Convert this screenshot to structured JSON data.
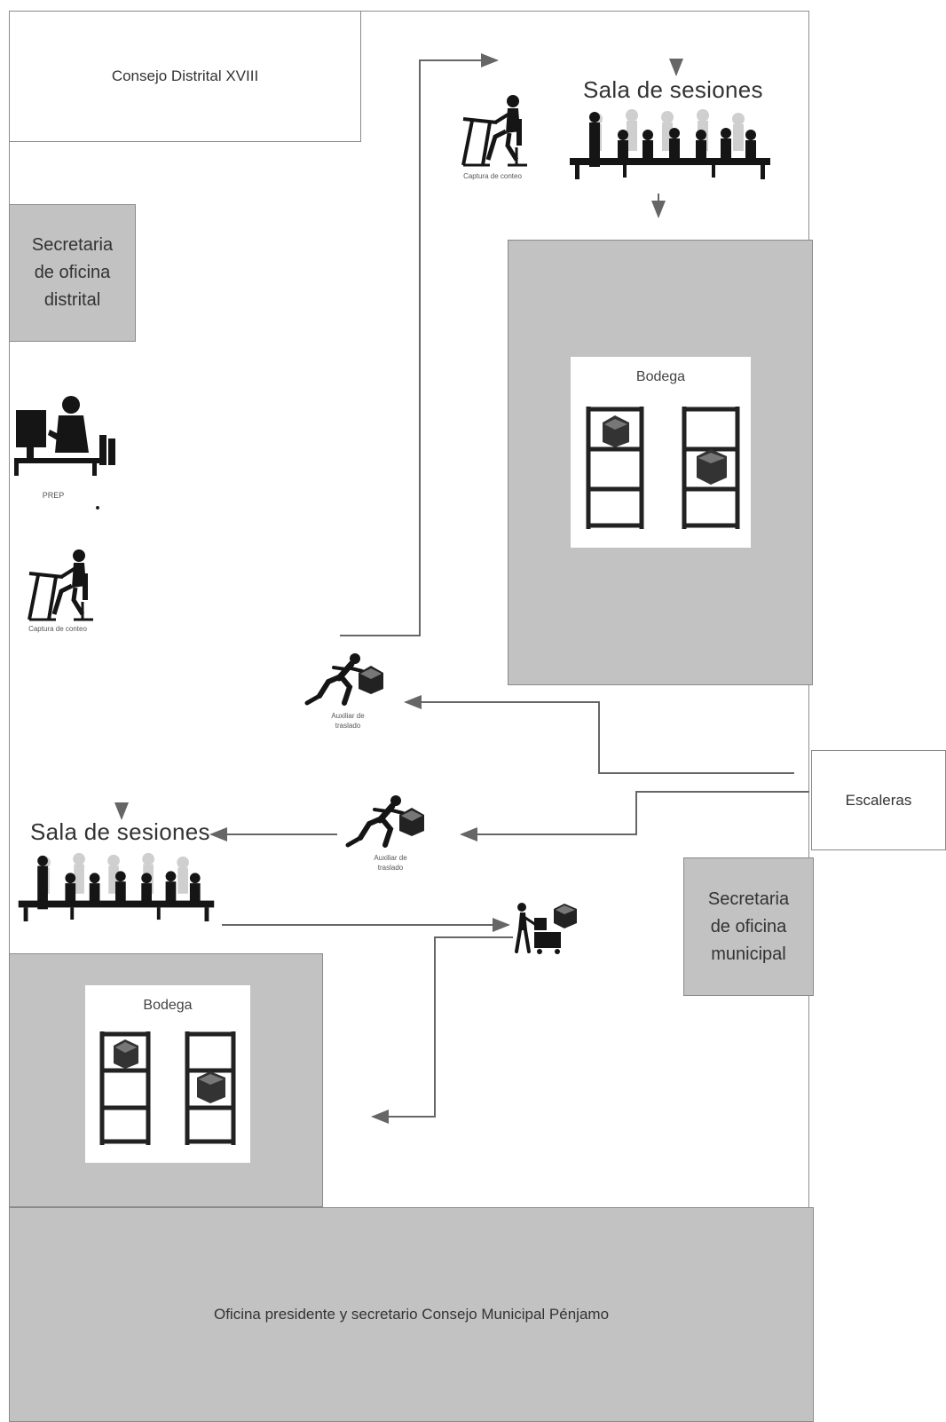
{
  "rooms": {
    "consejo_distrital": "Consejo Distrital XVIII",
    "secretaria_distrital": [
      "Secretaria",
      "de oficina",
      "distrital"
    ],
    "secretaria_municipal": [
      "Secretaria",
      "de oficina",
      "municipal"
    ],
    "escaleras": "Escaleras",
    "oficina_presidente": "Oficina presidente y secretario Consejo Municipal Pénjamo"
  },
  "sala_top": {
    "title": "Sala de sesiones"
  },
  "sala_bottom": {
    "title": "Sala de sesiones"
  },
  "bodega_top": {
    "title": "Bodega"
  },
  "bodega_bottom": {
    "title": "Bodega"
  },
  "captions": {
    "captura_top": "Captura de conteo",
    "prep": "PREP",
    "captura_left": "Captura de conteo",
    "auxiliar_1": [
      "Auxiliar de",
      "traslado"
    ],
    "auxiliar_2": [
      "Auxiliar de",
      "traslado"
    ]
  },
  "colors": {
    "room_gray": "#c2c2c2",
    "wall": "#8a8a8a",
    "arrow": "#666666",
    "icon": "#1a1a1a"
  },
  "icons": [
    "desk-worker-icon",
    "meeting-group-icon",
    "computer-worker-icon",
    "shelf-icon",
    "box-icon",
    "runner-icon",
    "hand-truck-icon"
  ]
}
